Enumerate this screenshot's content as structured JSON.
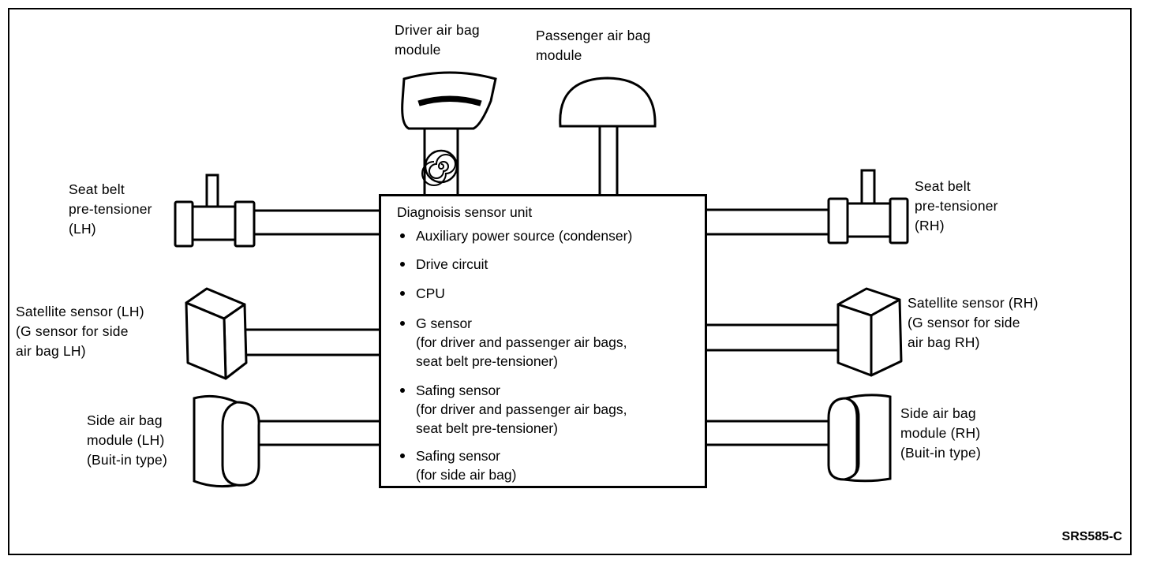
{
  "unit": {
    "title": "Diagnoisis sensor unit",
    "items": [
      {
        "lines": [
          "Auxiliary power source (condenser)"
        ]
      },
      {
        "lines": [
          "Drive circuit"
        ]
      },
      {
        "lines": [
          "CPU"
        ]
      },
      {
        "lines": [
          "G sensor",
          "(for driver and passenger air bags,",
          "seat belt pre-tensioner)"
        ]
      },
      {
        "lines": [
          "Safing sensor",
          "(for driver and passenger air bags,",
          "seat belt pre-tensioner)"
        ]
      },
      {
        "lines": [
          "Safing sensor",
          "(for side air bag)"
        ]
      }
    ]
  },
  "labels": {
    "driver_airbag": [
      "Driver air bag",
      "module"
    ],
    "passenger_airbag": [
      "Passenger air bag",
      "module"
    ],
    "pretensioner_lh": [
      "Seat belt",
      "pre-tensioner",
      "(LH)"
    ],
    "pretensioner_rh": [
      "Seat belt",
      "pre-tensioner",
      "(RH)"
    ],
    "satellite_lh": [
      "Satellite sensor (LH)",
      "(G sensor for side",
      "air bag LH)"
    ],
    "satellite_rh": [
      "Satellite sensor (RH)",
      "(G sensor for side",
      "air bag RH)"
    ],
    "side_airbag_lh": [
      "Side air bag",
      "module (LH)",
      "(Buit-in type)"
    ],
    "side_airbag_rh": [
      "Side air bag",
      "module (RH)",
      "(Buit-in type)"
    ]
  },
  "ref_code": "SRS585-C"
}
